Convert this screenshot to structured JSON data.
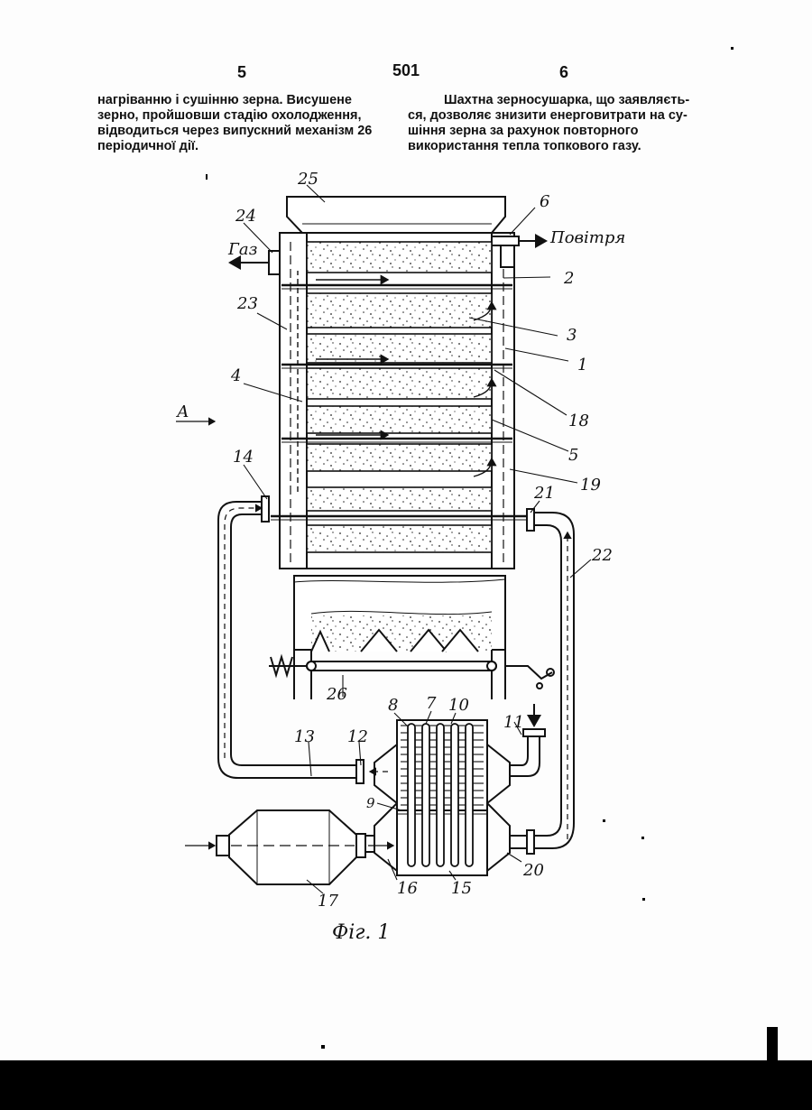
{
  "page_header": {
    "left_col_number": "5",
    "page_number": "501",
    "right_col_number": "6"
  },
  "left_column": {
    "lines": [
      "нагріванню і сушінню зерна. Висушене",
      "зерно, пройшовши стадію охолодження,",
      "відводиться через випускний механізм 26",
      "періодичної дії."
    ]
  },
  "right_column": {
    "lines": [
      "Шахтна зерносушарка, що заявляєть-",
      "ся, дозволяє знизити енерговитрати на су-",
      "шіння зерна за рахунок повторного",
      "використання тепла топкового газу."
    ]
  },
  "figure": {
    "caption": "Фіг. 1",
    "labels": {
      "gas": "Газ",
      "air": "Повітря",
      "arrow_a": "А",
      "n1": "1",
      "n2": "2",
      "n3": "3",
      "n4": "4",
      "n5": "5",
      "n6": "6",
      "n7": "7",
      "n8": "8",
      "n9": "9",
      "n10": "10",
      "n11": "11",
      "n12": "12",
      "n13": "13",
      "n14": "14",
      "n15": "15",
      "n16": "16",
      "n17": "17",
      "n18": "18",
      "n19": "19",
      "n20": "20",
      "n21": "21",
      "n22": "22",
      "n23": "23",
      "n24": "24",
      "n25": "25",
      "n26": "26"
    }
  }
}
